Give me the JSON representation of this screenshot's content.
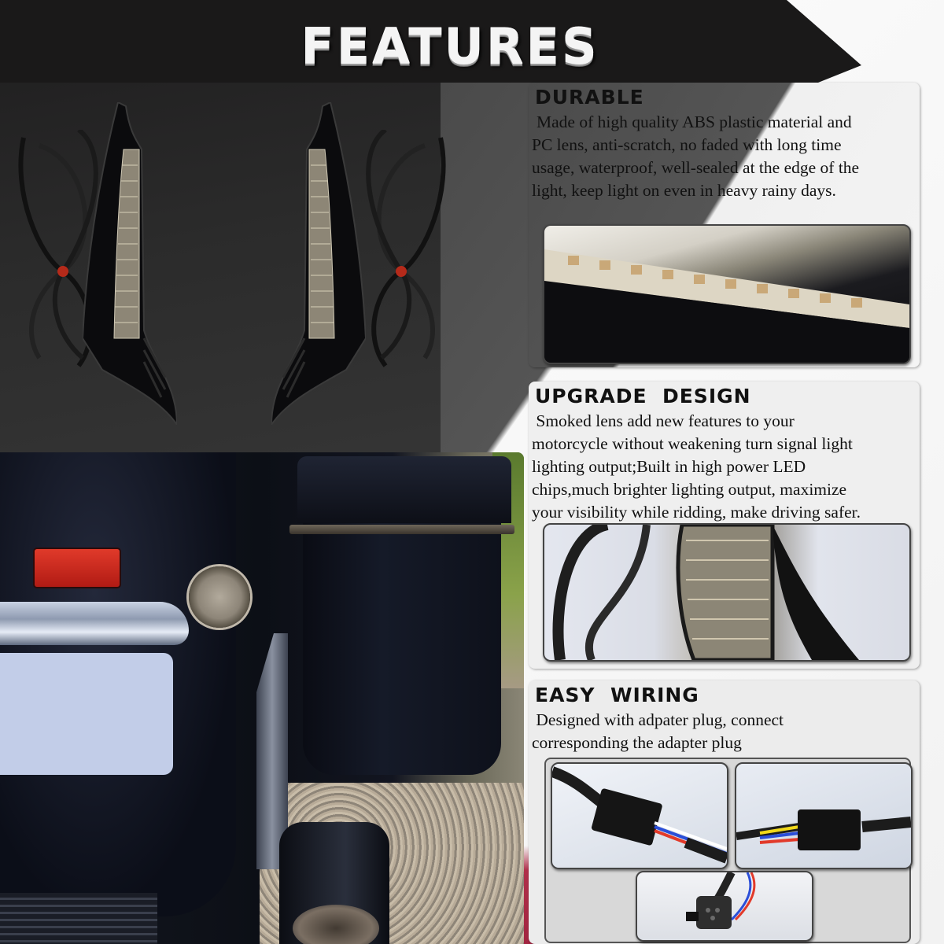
{
  "header": {
    "title": "FEATURES"
  },
  "colors": {
    "banner_dark": "#1a1919",
    "panel_grey": "#4b4b4b",
    "card_light": "#efefef",
    "text": "#111111",
    "accent_red": "#b0304a"
  },
  "product_images": [
    {
      "label": "left-led-turn-signal-light"
    },
    {
      "label": "right-led-turn-signal-light"
    }
  ],
  "features": [
    {
      "heading": "DURABLE",
      "body": "Made of high quality ABS plastic material and PC lens, anti-scratch, no faded with long time usage, waterproof, well-sealed at the edge of the light, keep light on even in heavy rainy days.",
      "lines": [
        "Made of high quality ABS plastic material and",
        "PC lens, anti-scratch, no faded with long time",
        "usage, waterproof, well-sealed at the edge of the",
        "light, keep light on even in heavy rainy days."
      ],
      "image": "led-strip-closeup"
    },
    {
      "heading": "UPGRADE  DESIGN",
      "body": "Smoked lens add new features to your motorcycle without weakening turn signal light lighting output;Built in high power LED chips,much brighter lighting output, maximize your visibility while ridding, make driving safer.",
      "lines": [
        " Smoked lens add new features to your",
        "motorcycle without weakening turn signal light",
        "lighting output;Built in high power LED",
        "chips,much brighter lighting output, maximize",
        "your visibility while ridding, make driving safer."
      ],
      "image": "smoked-lens-closeup"
    },
    {
      "heading": "EASY  WIRING",
      "body": "Designed with adpater plug, connect corresponding the adapter plug",
      "lines": [
        " Designed with adpater plug, connect",
        "corresponding the adapter plug"
      ],
      "images": [
        "connector-plug-1",
        "connector-plug-2",
        "adapter-plug"
      ]
    }
  ],
  "installed_photo": {
    "label": "motorcycle-saddlebag-installed"
  }
}
